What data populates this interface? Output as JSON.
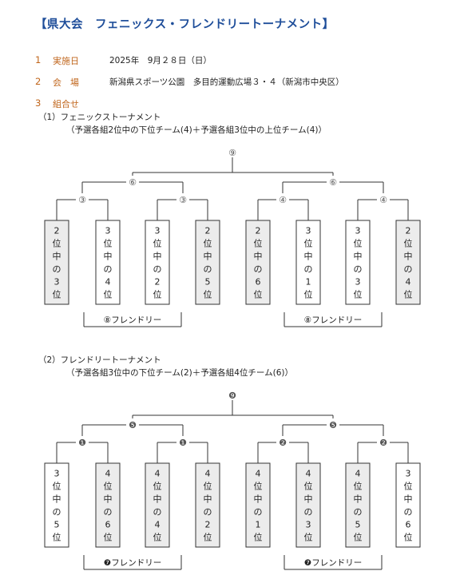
{
  "title": "【県大会　フェニックス・フレンドリートーナメント】",
  "sections": [
    {
      "num": "1",
      "label": "実施日",
      "value": "2025年　9月２８日（日）"
    },
    {
      "num": "2",
      "label": "会　場",
      "value": "新潟県スポーツ公園　多目的運動広場３・４（新潟市中央区）"
    },
    {
      "num": "3",
      "label": "組合せ",
      "value": ""
    }
  ],
  "tournaments": [
    {
      "heading": "（1）フェニックストーナメント",
      "description": "（予選各組2位中の下位チーム(4)＋予選各組3位中の上位チーム(4)）",
      "final": "⑨",
      "semis": [
        "⑥",
        "⑥"
      ],
      "quarters": [
        "③",
        "③",
        "④",
        "④"
      ],
      "teams": [
        {
          "label": "2位中の3位",
          "shaded": true
        },
        {
          "label": "3位中の4位",
          "shaded": false
        },
        {
          "label": "3位中の2位",
          "shaded": false
        },
        {
          "label": "2位中の5位",
          "shaded": true
        },
        {
          "label": "2位中の6位",
          "shaded": true
        },
        {
          "label": "3位中の1位",
          "shaded": false
        },
        {
          "label": "3位中の3位",
          "shaded": false
        },
        {
          "label": "2位中の4位",
          "shaded": true
        }
      ],
      "friendly": [
        "⑧フレンドリー",
        "⑧フレンドリー"
      ]
    },
    {
      "heading": "（2）フレンドリートーナメント",
      "description": "（予選各組3位中の下位チーム(2)＋予選各組4位チーム(6)）",
      "final": "❾",
      "semis": [
        "❺",
        "❺"
      ],
      "quarters": [
        "❶",
        "❶",
        "❷",
        "❷"
      ],
      "teams": [
        {
          "label": "3位中の5位",
          "shaded": false
        },
        {
          "label": "4位中の6位",
          "shaded": true
        },
        {
          "label": "4位中の4位",
          "shaded": true
        },
        {
          "label": "4位中の2位",
          "shaded": true
        },
        {
          "label": "4位中の1位",
          "shaded": true
        },
        {
          "label": "4位中の3位",
          "shaded": true
        },
        {
          "label": "4位中の5位",
          "shaded": true
        },
        {
          "label": "3位中の6位",
          "shaded": false
        }
      ],
      "friendly": [
        "❼フレンドリー",
        "❼フレンドリー"
      ]
    }
  ]
}
